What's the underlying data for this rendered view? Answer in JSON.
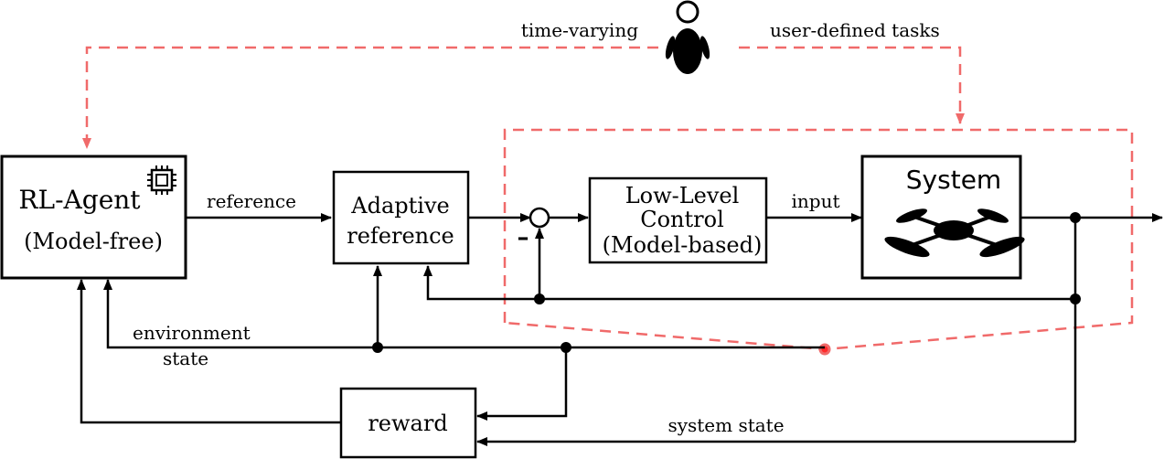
{
  "title_left": "time-varying",
  "title_right": "user-defined tasks",
  "blocks": {
    "agent": {
      "line1": "RL-Agent",
      "line2": "(Model-free)"
    },
    "adaptive": {
      "line1": "Adaptive",
      "line2": "reference"
    },
    "lowlevel": {
      "line1": "Low-Level",
      "line2": "Control",
      "line3": "(Model-based)"
    },
    "system": {
      "title": "System"
    },
    "reward": {
      "label": "reward"
    }
  },
  "signals": {
    "reference": "reference",
    "input": "input",
    "env_line1": "environment",
    "env_line2": "state",
    "system_state": "system state",
    "minus": "–"
  },
  "colors": {
    "line": "#000000",
    "dashed": "#f06a6a",
    "dot_red": "#ff2a2a"
  },
  "icons": [
    "user-icon",
    "chip-icon",
    "quadcopter-icon"
  ]
}
